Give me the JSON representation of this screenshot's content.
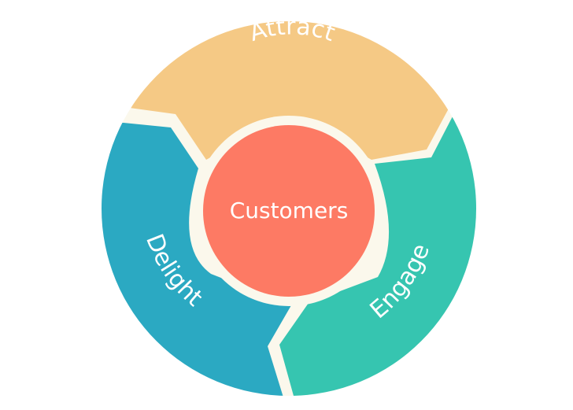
{
  "diagram": {
    "center": {
      "label": "Customers",
      "color": "#FD7A64"
    },
    "segments": [
      {
        "id": "attract",
        "label": "Attract",
        "color": "#F5C985"
      },
      {
        "id": "engage",
        "label": "Engage",
        "color": "#36C5B0"
      },
      {
        "id": "delight",
        "label": "Delight",
        "color": "#2BA9C2"
      }
    ],
    "gap_color": "#FBF8EC"
  }
}
